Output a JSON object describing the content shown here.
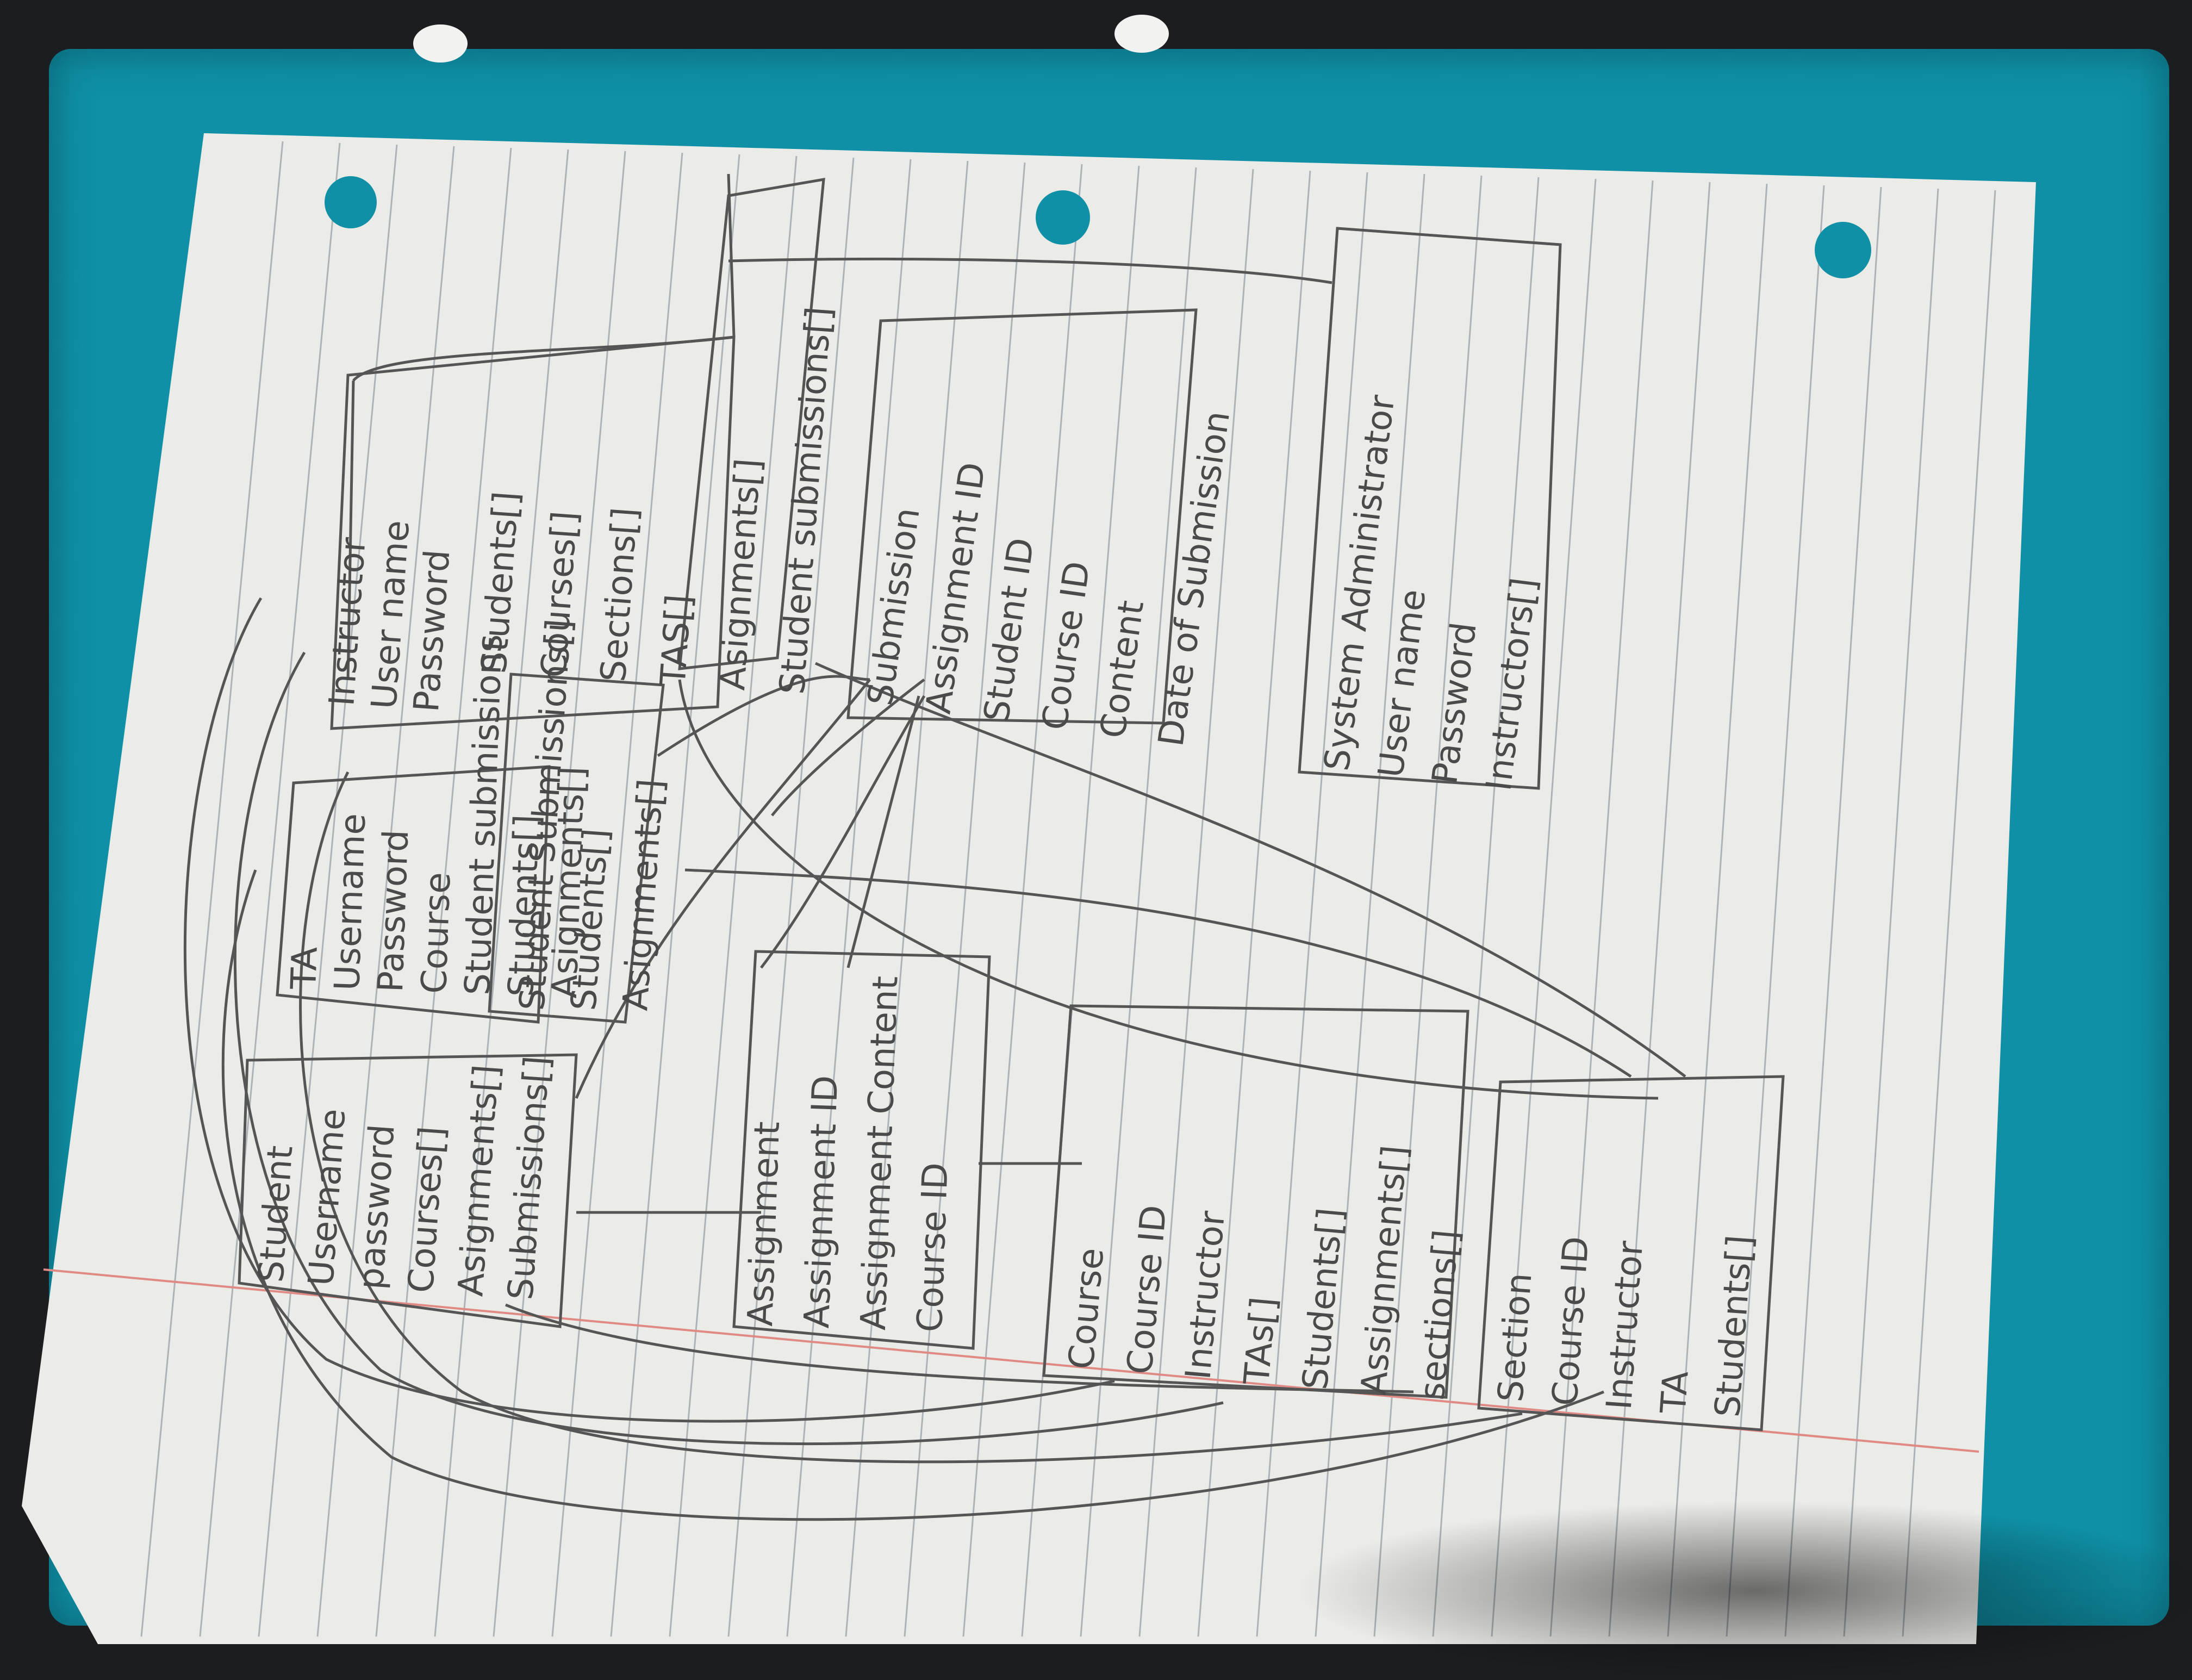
{
  "diagram": {
    "entities": [
      {
        "id": "instructor",
        "title": "Instructor",
        "fields": [
          "User name",
          "Password",
          "Students[]",
          "Courses[]",
          "Sections[]",
          "TAS[]",
          "Asignments[]",
          "Student submissions[]"
        ]
      },
      {
        "id": "ta",
        "title": "TA",
        "fields": [
          "Username",
          "Password",
          "Course",
          "Student submissions",
          "Students[]",
          "Asignments[]"
        ]
      },
      {
        "id": "student",
        "title": "Student",
        "fields": [
          "Username",
          "password",
          "Courses[]",
          "Asignments[]",
          "Submissions[]"
        ]
      },
      {
        "id": "assignment",
        "title": "Assignment",
        "fields": [
          "Assignment ID",
          "Assignment Content",
          "Course ID"
        ]
      },
      {
        "id": "submission",
        "title": "Submission",
        "fields": [
          "Assignment ID",
          "Student ID",
          "Course ID",
          "Content",
          "Date of Submission"
        ]
      },
      {
        "id": "course",
        "title": "Course",
        "fields": [
          "Course ID",
          "Instructor",
          "TAs[]",
          "Students[]",
          "Assignments[]",
          "sections[]"
        ]
      },
      {
        "id": "section",
        "title": "Section",
        "fields": [
          "Course ID",
          "Instructor",
          "TA",
          "Students[]"
        ]
      },
      {
        "id": "sysadmin",
        "title": "System Administrator",
        "fields": [
          "User name",
          "Password",
          "Instructors[]"
        ]
      }
    ],
    "ta_extra_fields": [
      "Student Submissions[]",
      "Students[]",
      "Asignments[]"
    ]
  }
}
